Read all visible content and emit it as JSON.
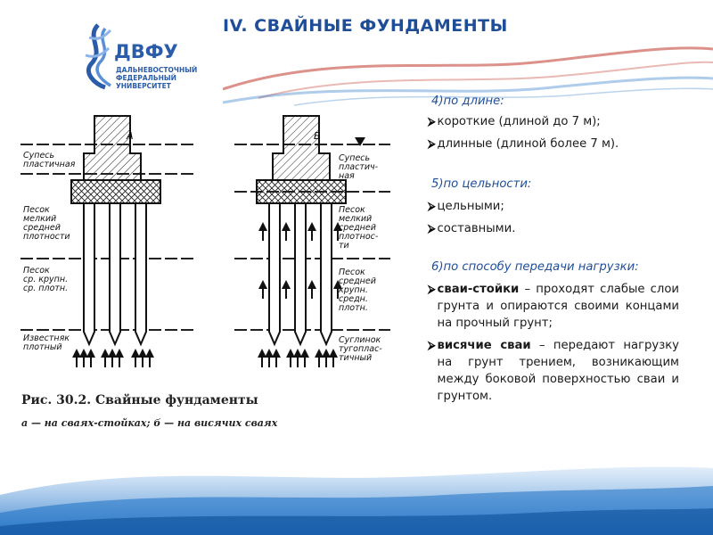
{
  "slide": {
    "title": "IV. СВАЙНЫЕ ФУНДАМЕНТЫ",
    "logo": {
      "name": "ДВФУ",
      "subtitle_lines": [
        "ДАЛЬНЕВОСТОЧНЫЙ",
        "ФЕДЕРАЛЬНЫЙ",
        "УНИВЕРСИТЕТ"
      ]
    }
  },
  "figure": {
    "label_a": "А",
    "label_b": "Б",
    "left_soil_labels": [
      [
        "Супесь",
        "пластичная"
      ],
      [
        "Песок",
        "мелкий",
        "средней",
        "плотности"
      ],
      [
        "Песок",
        "ср. крупн.",
        "ср. плотн."
      ],
      [
        "Известняк",
        "плотный"
      ]
    ],
    "right_soil_labels": [
      [
        "Супесь",
        "пластич-",
        "ная"
      ],
      [
        "Песок",
        "мелкий",
        "средней",
        "плотнос-",
        "ти"
      ],
      [
        "Песок",
        "средней",
        "крупн.",
        "средн.",
        "плотн."
      ],
      [
        "Суглинок",
        "тугоплас-",
        "тичный"
      ]
    ],
    "caption_title": "Рис. 30.2. Свайные фундаменты",
    "caption_legend": "а — на сваях-стойках; б — на висячих сваях"
  },
  "text": {
    "section1_heading": "4)по длине:",
    "section1_items": [
      {
        "mark": "⮚",
        "text": "короткие (длиной до 7 м);"
      },
      {
        "mark": "⮚",
        "text": "длинные (длиной более 7 м)."
      }
    ],
    "section2_heading": "5)по цельности:",
    "section2_items": [
      {
        "mark": "⮚",
        "text": "цельными;"
      },
      {
        "mark": "⮚",
        "text": "составными."
      }
    ],
    "section3_heading": "6)по способу передачи нагрузки:",
    "section3_items": [
      {
        "mark": "⮚",
        "bold": "сваи-стойки",
        "text": " – проходят слабые слои грунта и опираются своими концами на прочный грунт;"
      },
      {
        "mark": "⮚",
        "bold": "висячие сваи",
        "text": " – передают нагрузку на грунт трением, возникающим между боковой поверхностью сваи и грунтом."
      }
    ]
  },
  "colors": {
    "title": "#1f4e99",
    "logo": "#2a5caa",
    "wave_red": "#c0392b",
    "wave_blue": "#1a6fc4"
  }
}
